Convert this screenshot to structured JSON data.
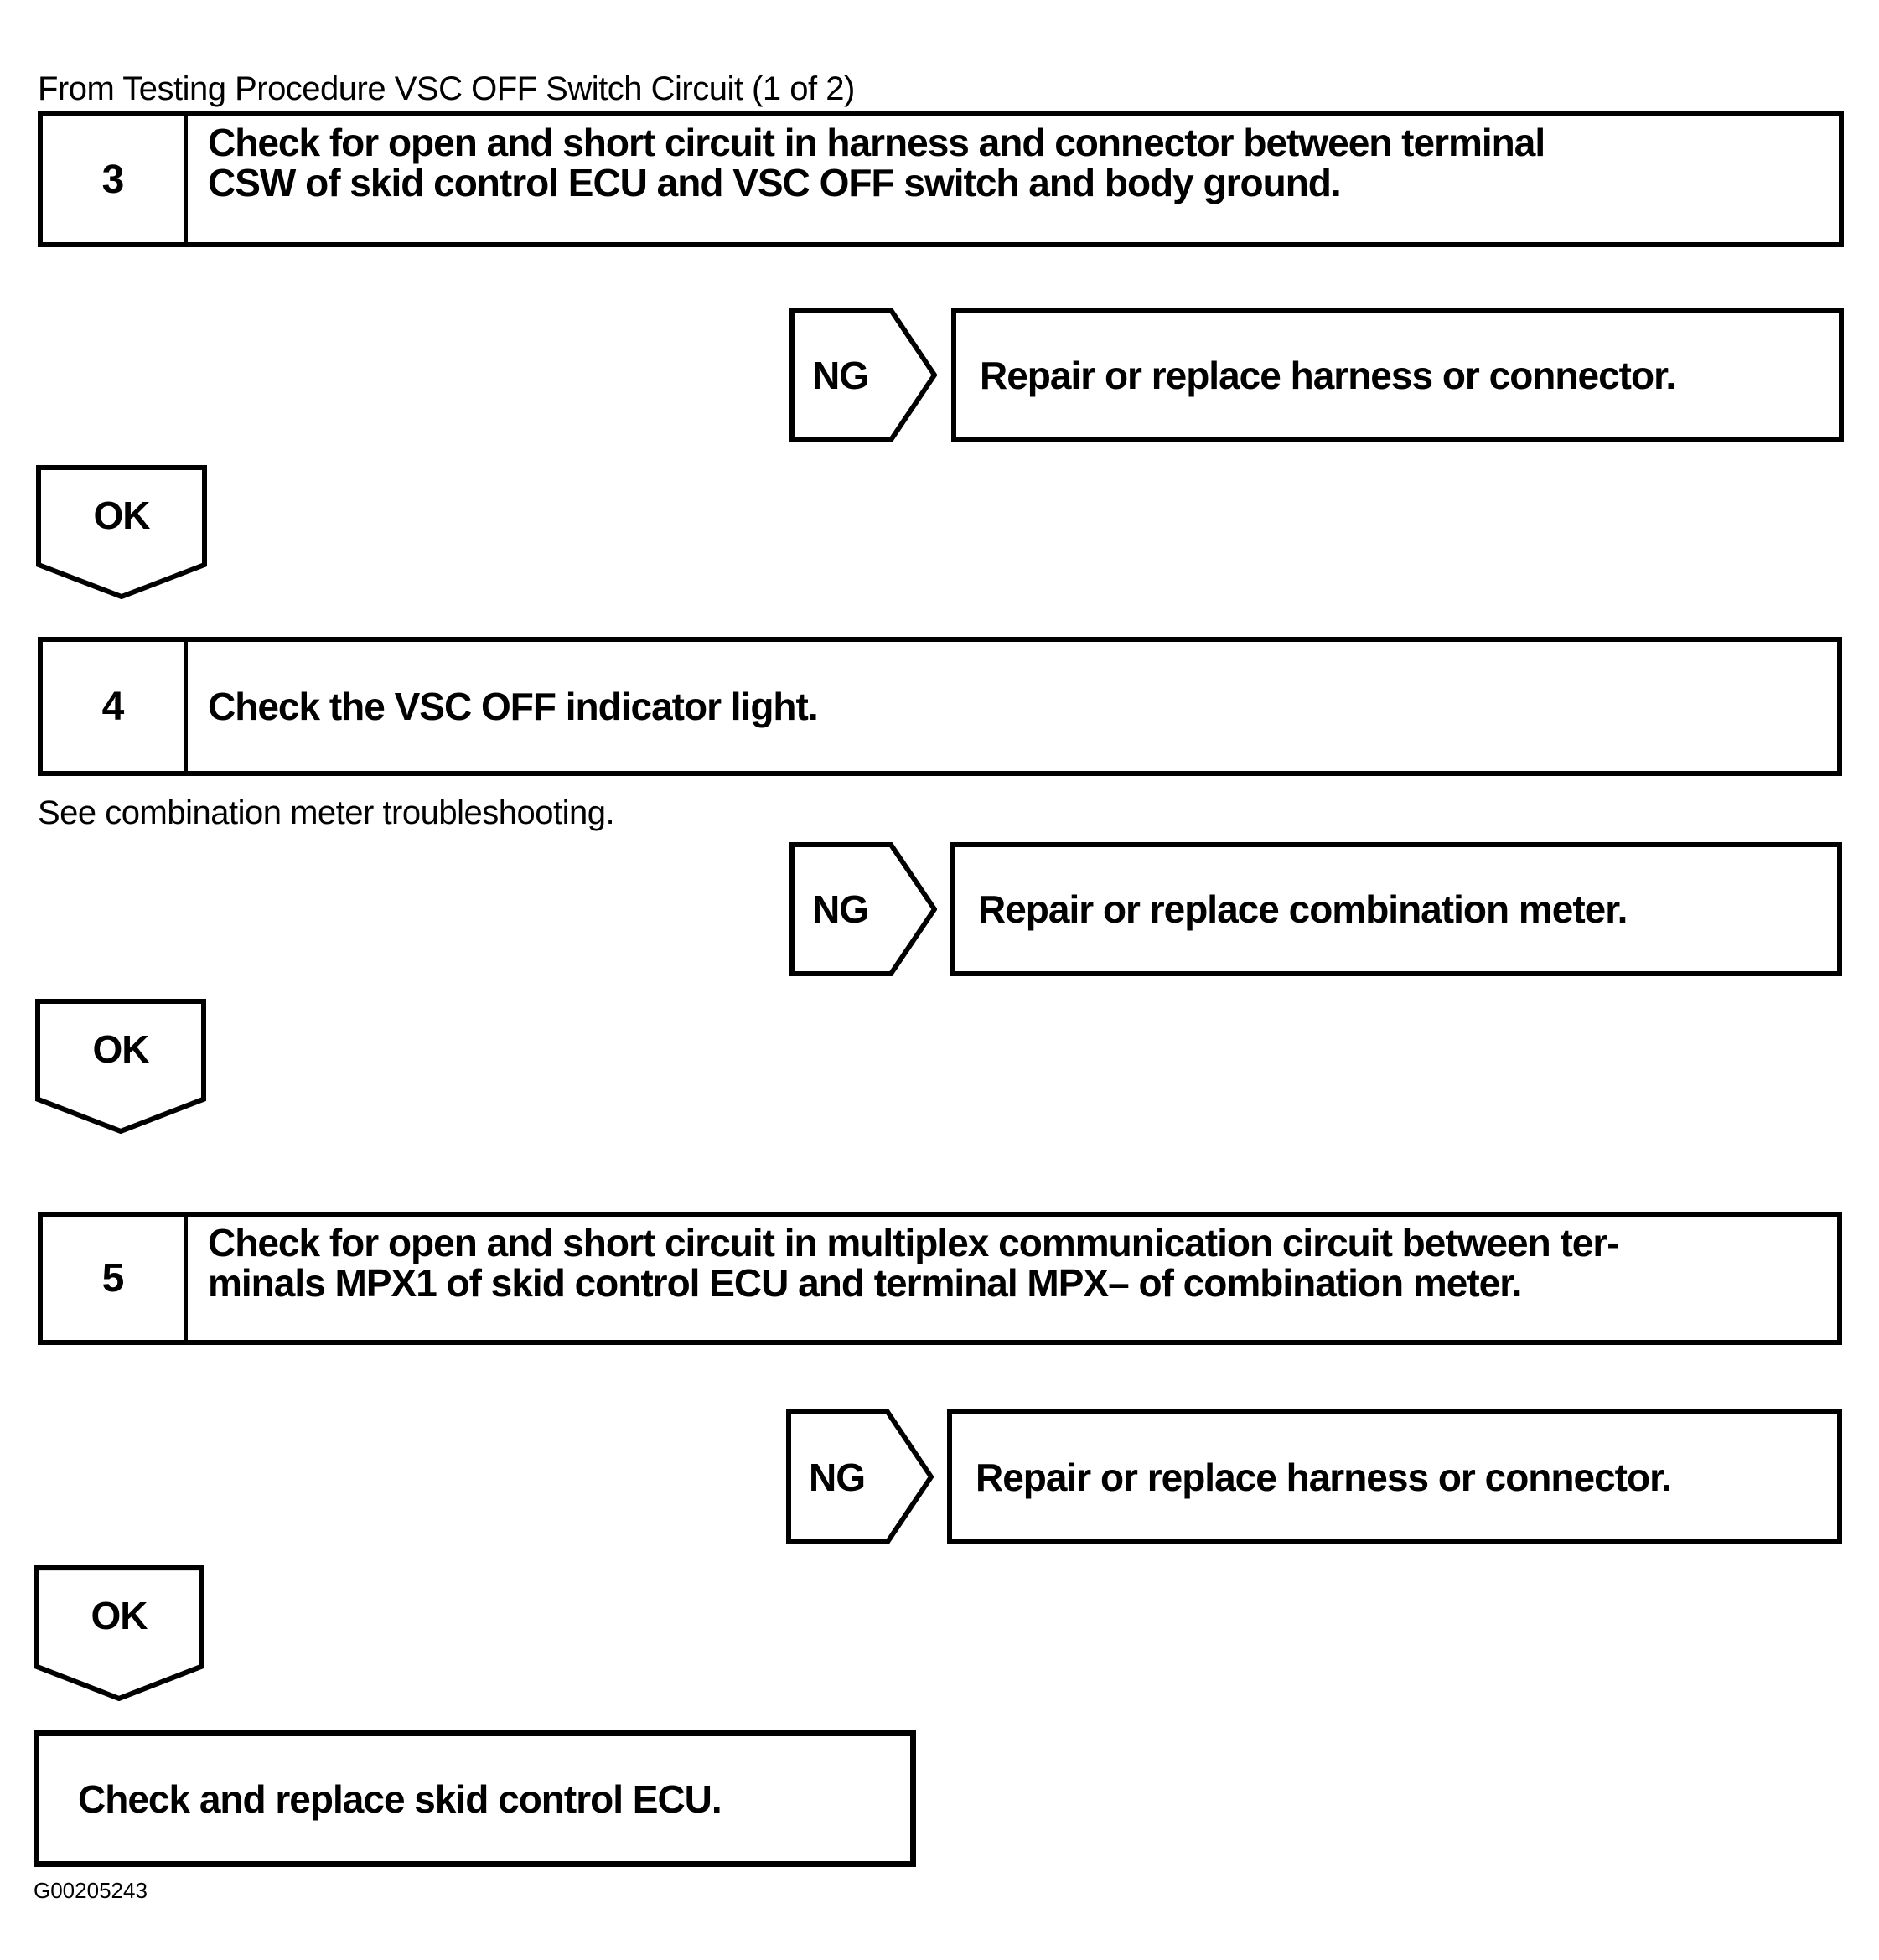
{
  "title": "From Testing Procedure VSC OFF Switch Circuit (1 of 2)",
  "steps": [
    {
      "number": "3",
      "lines": [
        "Check for open and short circuit in harness and connector between terminal",
        "CSW of skid control ECU and VSC OFF switch and body ground."
      ]
    },
    {
      "number": "4",
      "lines": [
        "Check the VSC OFF indicator light."
      ]
    },
    {
      "number": "5",
      "lines": [
        "Check for open and short circuit in multiplex communication circuit between ter-",
        "minals MPX1 of skid control ECU and terminal MPX– of combination meter."
      ]
    }
  ],
  "note_after_step_4": "See combination meter troubleshooting.",
  "connectors": {
    "ng_label": "NG",
    "ok_label": "OK"
  },
  "ng_results": [
    "Repair or replace harness or connector.",
    "Repair or replace combination meter.",
    "Repair or replace harness or connector."
  ],
  "final_action": "Check and replace skid control ECU.",
  "figure_id": "G00205243",
  "colors": {
    "ink": "#000000",
    "paper": "#ffffff"
  }
}
